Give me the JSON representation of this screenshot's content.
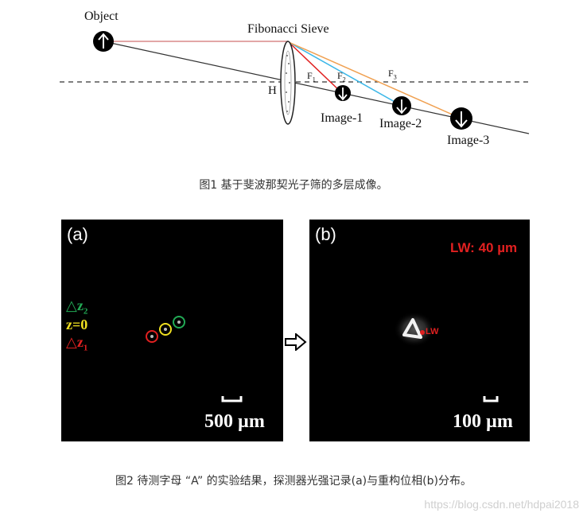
{
  "figure1": {
    "labels": {
      "object": "Object",
      "sieve": "Fibonacci Sieve",
      "h": "H",
      "f1": "F",
      "f1_sub": "1",
      "f2": "F",
      "f2_sub": "2",
      "f3": "F",
      "f3_sub": "3",
      "image1": "Image-1",
      "image2": "Image-2",
      "image3": "Image-3"
    },
    "colors": {
      "ray_top": "#d98a8a",
      "ray_red": "#e02020",
      "ray_blue": "#3bb7e8",
      "ray_orange": "#f0a050",
      "axis_dash": "#333333"
    },
    "caption": "图1 基于斐波那契光子筛的多层成像。"
  },
  "figure2": {
    "panel_a": {
      "label": "(a)",
      "legend": {
        "dz2": "△z",
        "dz2_sub": "2",
        "z0": "z=0",
        "dz1": "△z",
        "dz1_sub": "1"
      },
      "legend_colors": {
        "dz2": "#22aa55",
        "z0": "#f0e020",
        "dz1": "#e02020"
      },
      "scalebar": "500 µm"
    },
    "arrow_icon": "hollow-right-arrow",
    "panel_b": {
      "label": "(b)",
      "lw_title": "LW: 40 µm",
      "lw_marker": "LW",
      "scalebar": "100 µm",
      "accent": "#e02020"
    },
    "caption": "图2 待测字母 “A” 的实验结果，探测器光强记录(a)与重构位相(b)分布。"
  },
  "watermark": "https://blog.csdn.net/hdpai2018"
}
